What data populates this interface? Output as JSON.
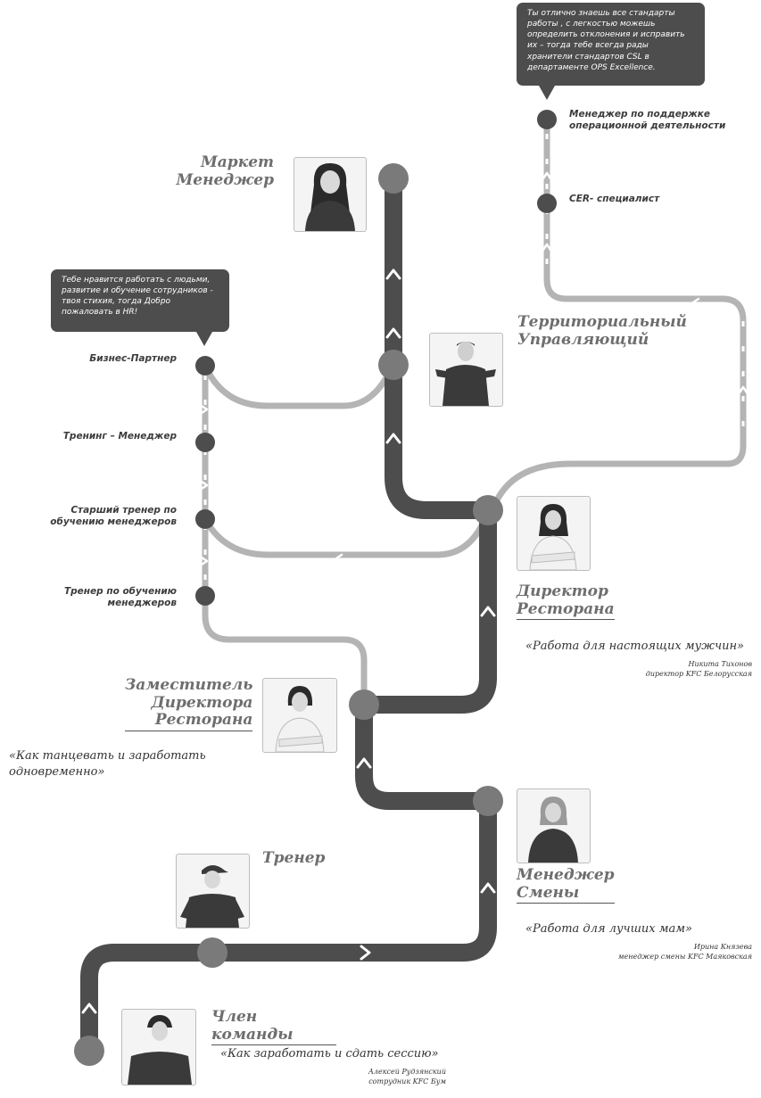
{
  "bubbles": {
    "ops": "Ты отлично знаешь все стандарты работы , с легкостью можешь  определить отклонения и исправить их – тогда тебе всегда рады  хранители стандартов CSL в департаменте OPS Excellence.",
    "hr": "Тебе  нравится работать с людьми, развитие  и обучение сотрудников -  твоя стихия, тогда Добро пожаловать в HR!"
  },
  "stations": {
    "ops_manager": "Менеджер по поддержке операционной деятельности",
    "cer": "CER- специалист",
    "market_manager": "Маркет Менеджер",
    "territorial": "Территориальный Управляющий",
    "business_partner": "Бизнес-Партнер",
    "training_manager": "Тренинг – Менеджер",
    "senior_trainer": "Старший тренер по обучению менеджеров",
    "manager_trainer": "Тренер по обучению менеджеров",
    "restaurant_director": "Директор Ресторана",
    "deputy_director": "Заместитель Директора Ресторана",
    "shift_manager": "Менеджер Смены",
    "trainer": "Тренер",
    "team_member": "Член команды"
  },
  "quotes": {
    "director": {
      "text": "«Работа для настоящих мужчин»",
      "author": "Никита Тихонов",
      "role": "директор KFC Белорусская"
    },
    "deputy": {
      "text": "«Как танцевать и заработать одновременно»"
    },
    "shift": {
      "text": "«Работа для лучших мам»",
      "author": "Ирина Князева",
      "role": "менеджер смены KFC Маяковская"
    },
    "team": {
      "text": "«Как заработать и сдать сессию»",
      "author": "Алексей Рудзянский",
      "role": "сотрудник KFC Бум"
    }
  },
  "colors": {
    "main_line": "#4d4d4d",
    "branch_line": "#b4b4b4",
    "main_station": "#7a7a7a",
    "branch_station": "#4d4d4d",
    "bubble": "#4d4d4d"
  },
  "icons": [
    "chevron-arrow-icon",
    "person-photo"
  ]
}
